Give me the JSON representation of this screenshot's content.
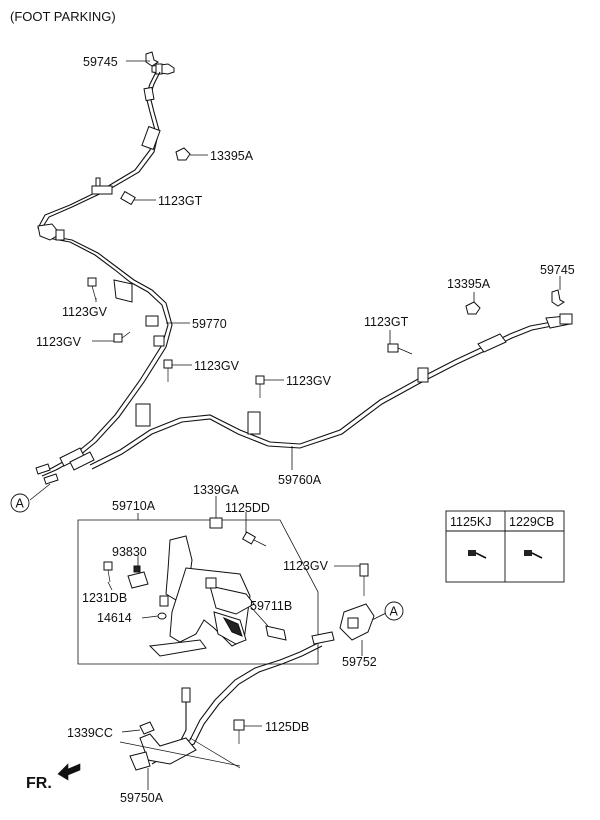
{
  "title": "(FOOT PARKING)",
  "labels": {
    "p59745_top": "59745",
    "p13395A_top": "13395A",
    "p1123GT_top": "1123GT",
    "p1123GV_a": "1123GV",
    "p59770": "59770",
    "p1123GV_b": "1123GV",
    "p1123GV_c": "1123GV",
    "p1123GV_d": "1123GV",
    "p13395A_right": "13395A",
    "p59745_right": "59745",
    "p1123GT_right": "1123GT",
    "p59760A": "59760A",
    "p59710A": "59710A",
    "p1339GA": "1339GA",
    "p1125DD": "1125DD",
    "p93830": "93830",
    "p1231DB": "1231DB",
    "p14614": "14614",
    "p59711B": "59711B",
    "p1123GV_e": "1123GV",
    "p59752": "59752",
    "p1339CC": "1339CC",
    "p1125DB": "1125DB",
    "p59750A": "59750A",
    "fr": "FR.",
    "ref_a_left": "A",
    "ref_a_right": "A"
  },
  "legend_table": {
    "headers": [
      "1125KJ",
      "1229CB"
    ],
    "icons": [
      "bolt-icon",
      "bolt-icon"
    ]
  }
}
